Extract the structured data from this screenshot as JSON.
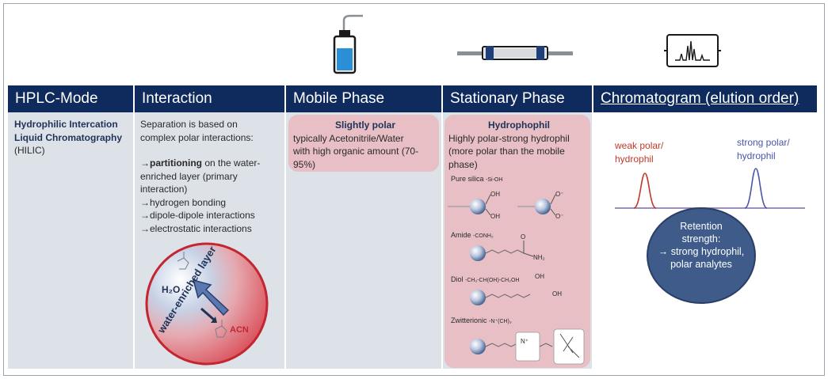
{
  "headers": {
    "mode": "HPLC-Mode",
    "interaction": "Interaction",
    "mobile": "Mobile Phase",
    "stationary": "Stationary Phase",
    "chromatogram": "Chromatogram (elution order)"
  },
  "mode": {
    "line1": "Hydrophilic Intercation",
    "line2": "Liquid Chromatography",
    "line3": "(HILIC)"
  },
  "interaction": {
    "intro1": "Separation is based on",
    "intro2": "complex polar interactions:",
    "arrow": "→",
    "partitioning": "partitioning",
    "part_rest": " on the water-",
    "line_enriched": "enriched layer (primary",
    "line_primary": "interaction)",
    "items": [
      "hydrogen bonding",
      "dipole-dipole interactions",
      "electrostatic interactions"
    ],
    "diagram": {
      "layer_label": "water-enriched layer",
      "water_label": "H₂O",
      "acn_label": "ACN"
    }
  },
  "mobile": {
    "title": "Slightly polar",
    "lines": [
      "typically Acetonitrile/Water",
      "with high organic amount (70-",
      "95%)"
    ]
  },
  "stationary": {
    "title": "Hydrophophil",
    "lines": [
      "Highly polar-strong hydrophil",
      "(more polar than the mobile",
      "phase)"
    ],
    "examples": [
      {
        "name": "Pure silica",
        "formula": "-Si-OH"
      },
      {
        "name": "Amide",
        "formula": "-CONH₂"
      },
      {
        "name": "Diol",
        "formula": "-CH₂-CH(OH)-CH₂OH"
      },
      {
        "name": "Zwitterionic",
        "formula": "-N⁺(CH)₃"
      }
    ],
    "groups": {
      "oh": "OH",
      "o_minus": "O⁻",
      "o": "O",
      "nh2": "NH₂",
      "n_plus": "N⁺"
    }
  },
  "chromatogram": {
    "weak_label_1": "weak polar/",
    "weak_label_2": "hydrophil",
    "strong_label_1": "strong polar/",
    "strong_label_2": "hydrophil",
    "retention": [
      "Retention",
      "strength:",
      "→ strong hydrophil,",
      "polar analytes"
    ]
  },
  "colors": {
    "header_bg": "#0f2a5c",
    "column_bg": "#dde1e8",
    "pink_box": "#e8bfc5",
    "weak_red": "#c0392b",
    "strong_blue": "#4a57a8",
    "circle_blue": "#3f5b8a",
    "bottle_blue": "#2a8fd6"
  },
  "icons": [
    "wash-bottle-icon",
    "hplc-column-icon",
    "chromatogram-icon"
  ]
}
